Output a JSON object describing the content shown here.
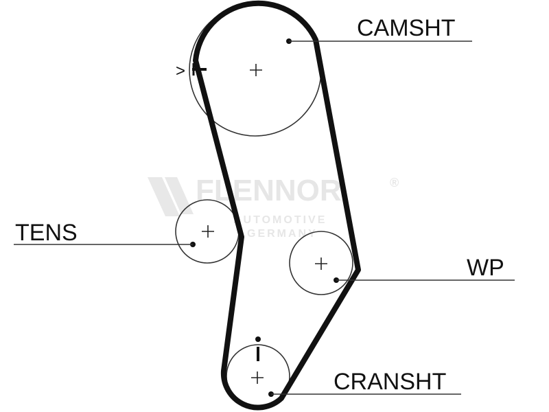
{
  "labels": {
    "camshaft": "CAMSHT",
    "tensioner": "TENS",
    "water_pump": "WP",
    "crankshaft": "CRANSHT"
  },
  "watermark": {
    "brand": "FLENNOR",
    "registered": "®",
    "line1": "AUTOMOTIVE",
    "line2": "GERMANY"
  },
  "marks": {
    "timing_arrow": ">"
  },
  "colors": {
    "belt": "#111111",
    "pulley": "#333333",
    "watermark": "#e4e4e4"
  }
}
